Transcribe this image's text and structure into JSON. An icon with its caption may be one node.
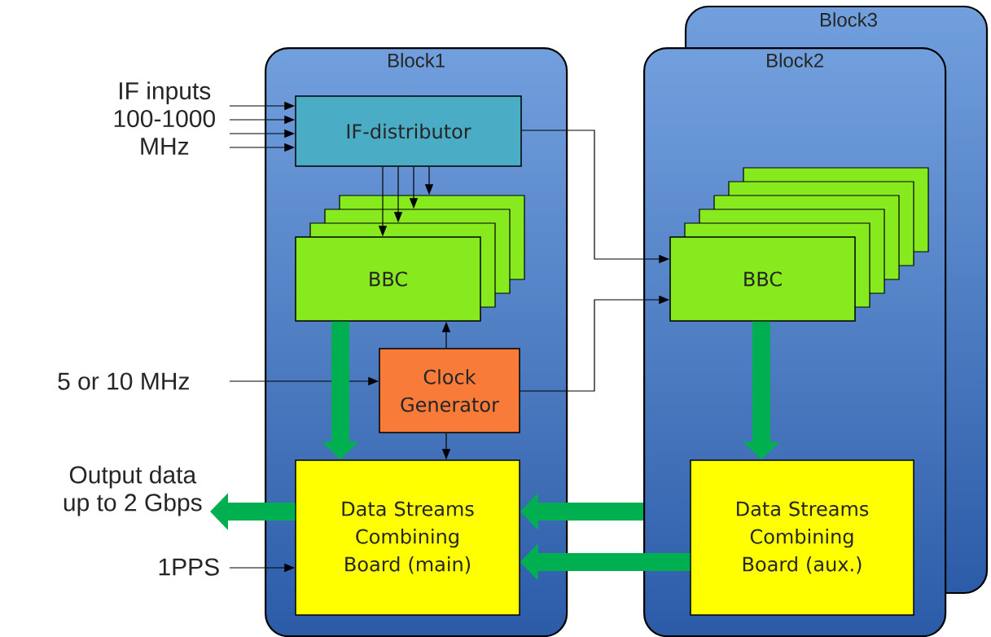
{
  "diagram": {
    "nodes": [
      {
        "text": [
          "Block3"
        ]
      },
      {
        "text": [
          "Block1"
        ]
      },
      {
        "text": [
          "Block2"
        ]
      },
      {
        "text": [
          "IF inputs 100-1000 MHz"
        ]
      },
      {
        "text": [
          "IF-distributor"
        ],
        "in": 1
      },
      {
        "text": [
          "BBC"
        ],
        "in": 1
      },
      {
        "text": [
          "Clock Generator"
        ],
        "in": 1
      },
      {
        "text": [
          "Data Streams Combining Board (main)"
        ],
        "in": 1
      },
      {
        "text": [
          "BBC"
        ],
        "in": 2
      },
      {
        "text": [
          "Data Streams Combining Board (aux.)"
        ],
        "in": 2
      },
      {
        "text": [
          "5 or 10 MHz"
        ]
      },
      {
        "text": [
          "Output data up to 2 Gbps"
        ]
      },
      {
        "text": [
          "1PPS"
        ]
      }
    ],
    "edges": [
      {
        "from": 3,
        "to": 4,
        "arrow": "to"
      },
      {
        "from": 3,
        "to": 4,
        "arrow": "to"
      },
      {
        "from": 3,
        "to": 4,
        "arrow": "to"
      },
      {
        "from": 3,
        "to": 4,
        "arrow": "to"
      },
      {
        "from": 4,
        "to": 5,
        "arrow": "to"
      },
      {
        "from": 4,
        "to": 5,
        "arrow": "to"
      },
      {
        "from": 4,
        "to": 5,
        "arrow": "to"
      },
      {
        "from": 4,
        "to": 5,
        "arrow": "to"
      },
      {
        "from": 4,
        "to": 8,
        "arrow": "to"
      },
      {
        "from": 6,
        "to": 5,
        "arrow": "to"
      },
      {
        "from": 6,
        "to": 8,
        "arrow": "to"
      },
      {
        "from": 6,
        "to": 7,
        "arrow": "to"
      },
      {
        "from": 10,
        "to": 6,
        "arrow": "to"
      },
      {
        "from": 5,
        "to": 7,
        "arrow": "to",
        "style": "thick",
        "color": "#00b050"
      },
      {
        "from": 8,
        "to": 9,
        "arrow": "to",
        "style": "thick",
        "color": "#00b050"
      },
      {
        "from": 7,
        "to": 11,
        "arrow": "to",
        "style": "thick",
        "color": "#00b050"
      },
      {
        "from": 2,
        "to": 7,
        "arrow": "to",
        "style": "thick",
        "color": "#00b050"
      },
      {
        "from": 9,
        "to": 7,
        "arrow": "to",
        "style": "thick",
        "color": "#00b050"
      },
      {
        "from": 12,
        "to": 7,
        "arrow": "to"
      }
    ]
  }
}
